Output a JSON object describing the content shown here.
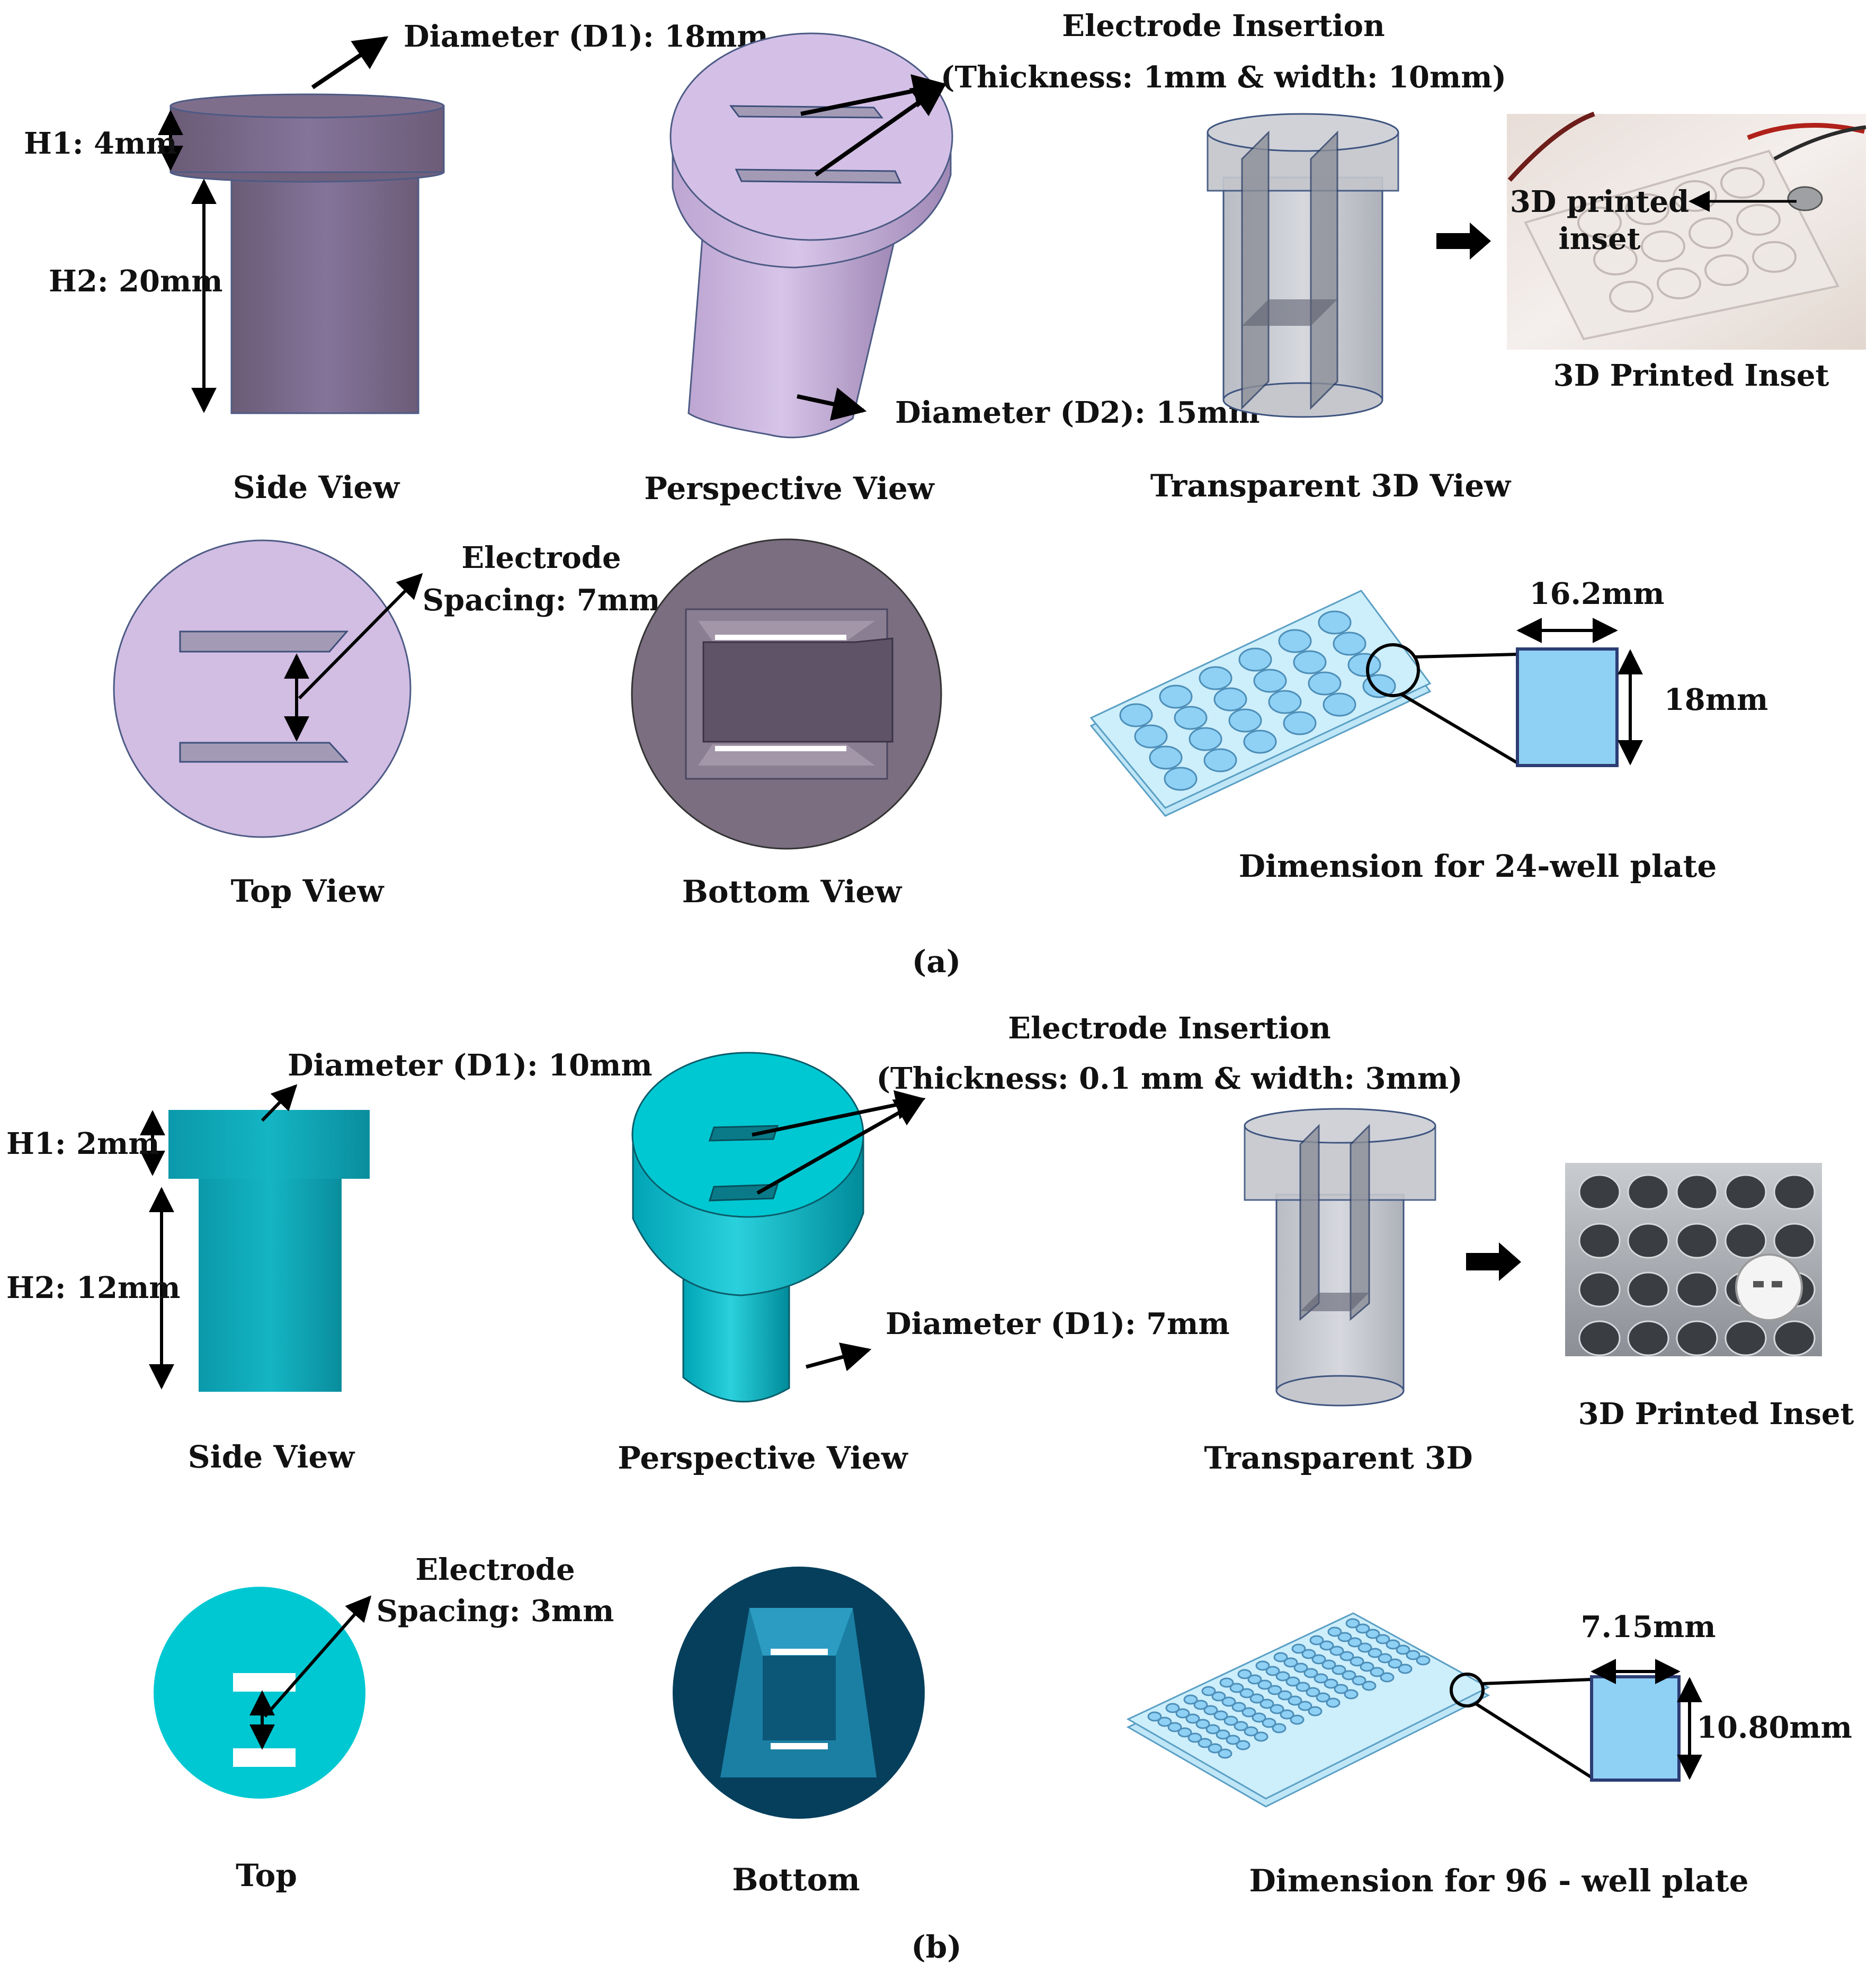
{
  "panel_a": {
    "label": "(a)",
    "side_view": {
      "caption": "Side View",
      "d1": "Diameter (D1): 18mm",
      "h1": "H1: 4mm",
      "h2": "H2: 20mm"
    },
    "perspective_view": {
      "caption": "Perspective View",
      "insertion_title": "Electrode Insertion",
      "insertion_spec": "(Thickness: 1mm & width: 10mm)",
      "d2": "Diameter (D2): 15mm"
    },
    "transparent_view": {
      "caption": "Transparent 3D View"
    },
    "photo": {
      "caption": "3D Printed Inset",
      "callout_line1": "3D printed",
      "callout_line2": "inset"
    },
    "top_view": {
      "caption": "Top View",
      "spacing_line1": "Electrode",
      "spacing_line2": "Spacing: 7mm"
    },
    "bottom_view": {
      "caption": "Bottom View"
    },
    "plate": {
      "caption": "Dimension for 24-well plate",
      "width": "16.2mm",
      "height": "18mm"
    }
  },
  "panel_b": {
    "label": "(b)",
    "side_view": {
      "caption": "Side View",
      "d1": "Diameter (D1): 10mm",
      "h1": "H1: 2mm",
      "h2": "H2: 12mm"
    },
    "perspective_view": {
      "caption": "Perspective View",
      "insertion_title": "Electrode Insertion",
      "insertion_spec": "(Thickness: 0.1 mm & width: 3mm)",
      "d1": "Diameter (D1): 7mm"
    },
    "transparent_view": {
      "caption": "Transparent 3D"
    },
    "photo": {
      "caption": "3D Printed Inset"
    },
    "top_view": {
      "caption": "Top",
      "spacing_line1": "Electrode",
      "spacing_line2": "Spacing: 3mm"
    },
    "bottom_view": {
      "caption": "Bottom"
    },
    "plate": {
      "caption": "Dimension for 96 - well plate",
      "width": "7.15mm",
      "height": "10.80mm"
    }
  },
  "colors": {
    "purple_body": "#7b6b86",
    "lavender": "#d2bde3",
    "cyan": "#00c8d2",
    "cyan_dark": "#0097a6",
    "navy": "#063f5c",
    "well_blue": "#8fd0f5"
  }
}
